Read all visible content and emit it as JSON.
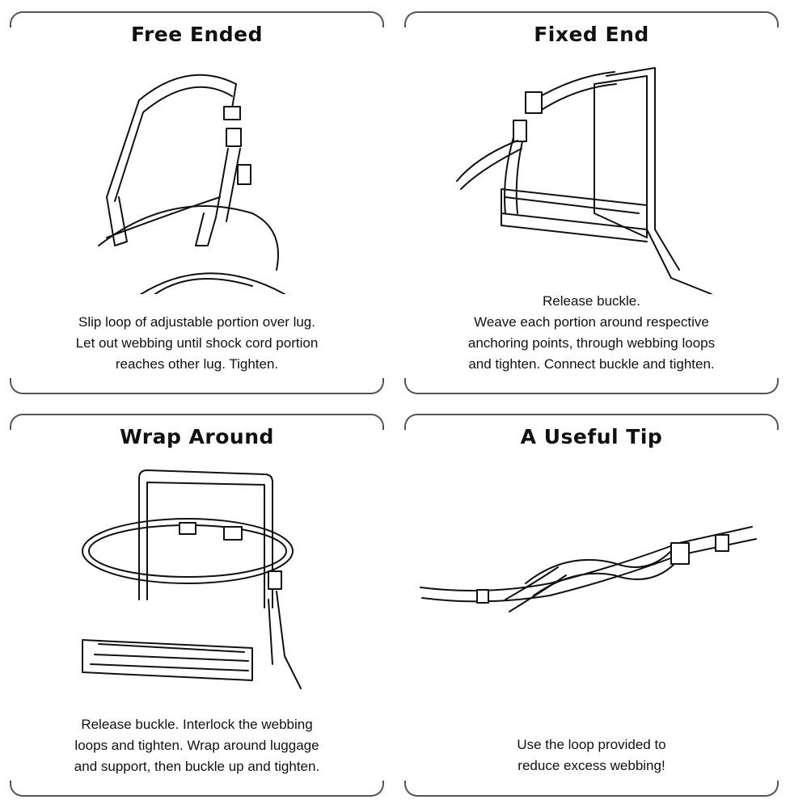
{
  "panels": [
    {
      "title": "Free Ended",
      "lines": [
        "Slip loop of adjustable portion over lug.",
        "Let out webbing until shock cord portion",
        "reaches other lug. Tighten."
      ]
    },
    {
      "title": "Fixed End",
      "lines": [
        "Release buckle.",
        "Weave each portion around respective",
        "anchoring points, through webbing loops",
        "and tighten. Connect buckle and tighten."
      ]
    },
    {
      "title": "Wrap Around",
      "lines": [
        "Release buckle. Interlock the webbing",
        "loops and tighten. Wrap around luggage",
        "and support, then buckle up and tighten."
      ]
    },
    {
      "title": "A Useful Tip",
      "lines": [
        "Use the loop provided to",
        "reduce excess webbing!"
      ]
    }
  ]
}
